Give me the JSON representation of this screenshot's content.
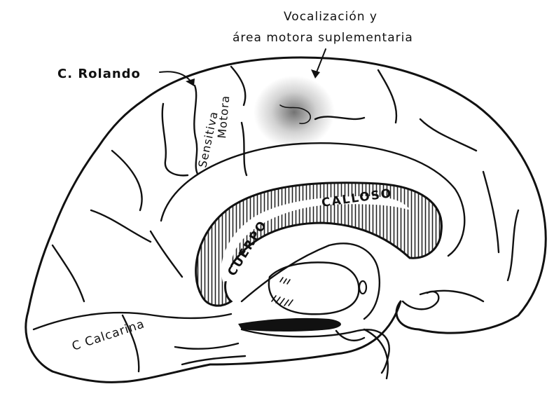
{
  "labels": {
    "vocalization_line1": "Vocalización y",
    "vocalization_line2": "área motora suplementaria",
    "rolando": "C. Rolando",
    "sensitiva": "Sensitiva",
    "motora": "Motora",
    "cuerpo": "CUERPO",
    "calloso": "CALLOSO",
    "calcarina": "C Calcarina"
  },
  "colors": {
    "ink": "#111111",
    "background": "#ffffff",
    "callosum_shade": "#4a4a4a"
  }
}
